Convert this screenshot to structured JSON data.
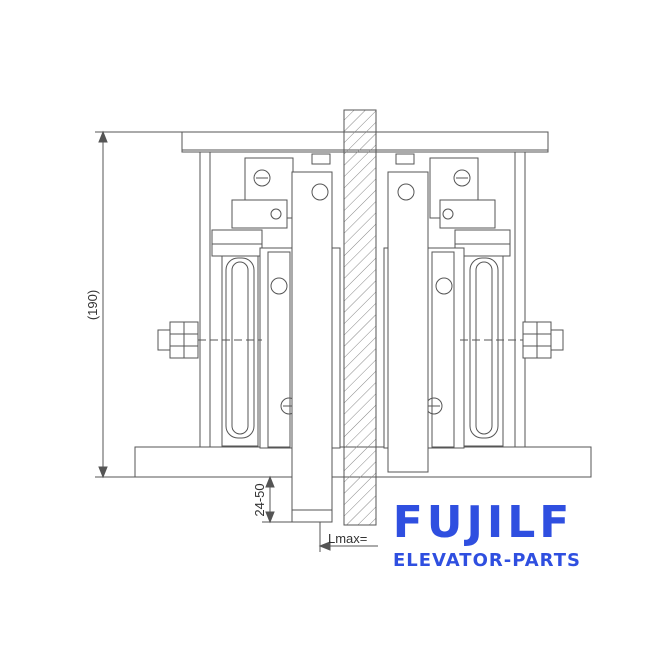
{
  "drawing": {
    "height_dimension": "(190)",
    "gap_dimension": "24-50",
    "lmax_label": "Lmax="
  },
  "logo": {
    "brand": "FUJILF",
    "tagline": "ELEVATOR-PARTS",
    "color": "#2f4fe0"
  },
  "colors": {
    "line": "#555555",
    "hatch": "#888888",
    "background": "#ffffff"
  }
}
